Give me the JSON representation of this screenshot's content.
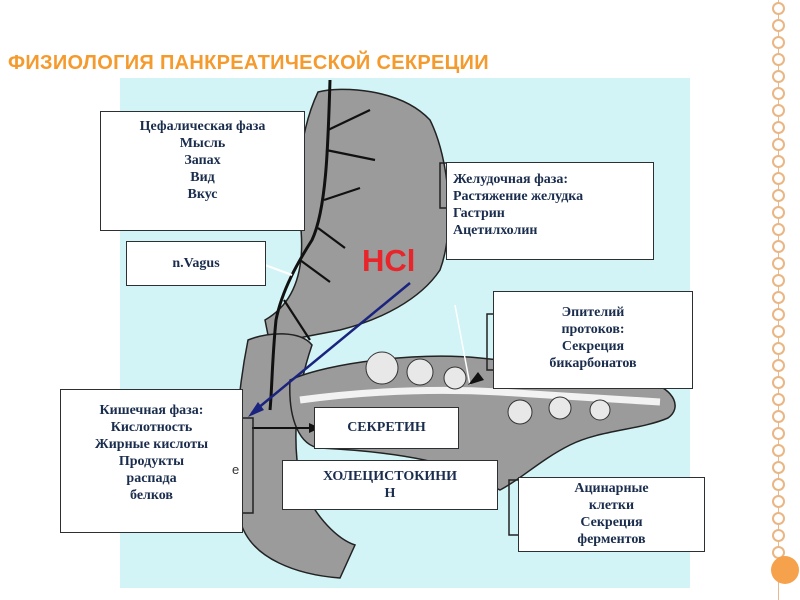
{
  "title": "ФИЗИОЛОГИЯ ПАНКРЕАТИЧЕСКОЙ СЕКРЕЦИИ",
  "hcl": "HCl",
  "fragment": "e",
  "cephalic": {
    "lines": [
      "Цефалическая фаза",
      "Мысль",
      "Запах",
      "Вид",
      "Вкус"
    ]
  },
  "vagus": "n.Vagus",
  "gastric": {
    "lines": [
      "Желудочная фаза:",
      "Растяжение желудка",
      "Гастрин",
      "Ацетилхолин"
    ]
  },
  "ducts": {
    "lines": [
      "Эпителий",
      "протоков:",
      "Секреция",
      "бикарбонатов"
    ]
  },
  "intestinal": {
    "lines": [
      "Кишечная фаза:",
      "Кислотность",
      "Жирные кислоты",
      "Продукты",
      "распада",
      "белков"
    ]
  },
  "secretin": "СЕКРЕТИН",
  "cck": {
    "lines": [
      "ХОЛЕЦИСТОКИНИ",
      "Н"
    ]
  },
  "acinar": {
    "lines": [
      "Ацинарные",
      "клетки",
      "Секреция",
      "ферментов"
    ]
  },
  "colors": {
    "title": "#f59a2d",
    "panel": "#d3f4f6",
    "organ": "#9b9b9b",
    "hcl": "#e8252a",
    "arrow": "#1a237e",
    "accent": "#f6a24c"
  }
}
